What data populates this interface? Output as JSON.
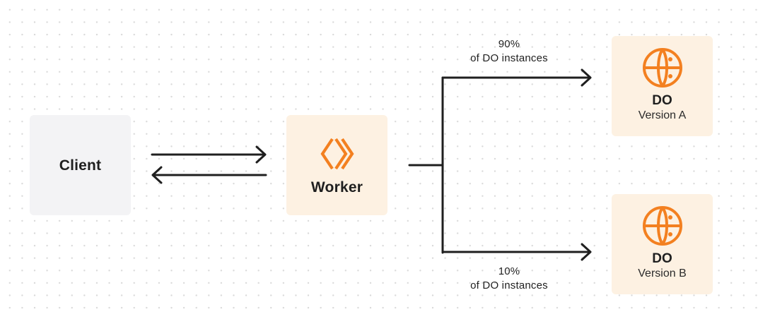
{
  "client": {
    "label": "Client"
  },
  "worker": {
    "label": "Worker",
    "icon": "worker-chevron-icon"
  },
  "do_a": {
    "title": "DO",
    "version": "Version A",
    "icon": "globe-icon"
  },
  "do_b": {
    "title": "DO",
    "version": "Version B",
    "icon": "globe-icon"
  },
  "route_a": {
    "percent": "90%",
    "caption": "of DO instances"
  },
  "route_b": {
    "percent": "10%",
    "caption": "of DO instances"
  },
  "colors": {
    "accent": "#f38020",
    "worker_bg": "#fdf1e2",
    "client_bg": "#f3f3f5",
    "line": "#1f1f1f"
  }
}
